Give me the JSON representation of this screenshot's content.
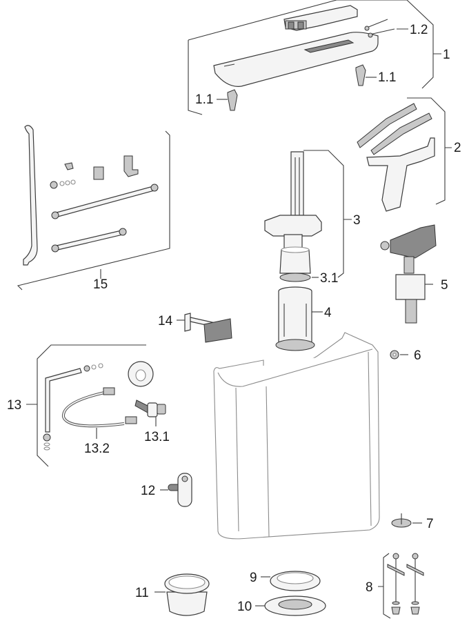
{
  "diagram": {
    "type": "exploded parts view",
    "colors": {
      "line": "#3a3a3a",
      "part_fill": "#f4f4f4",
      "dark_part": "#8a8a8a",
      "cistern_outline": "#8a8a8a"
    },
    "labels": {
      "p1": "1",
      "p1_1a": "1.1",
      "p1_1b": "1.1",
      "p1_2": "1.2",
      "p2": "2",
      "p3": "3",
      "p3_1": "3.1",
      "p4": "4",
      "p5": "5",
      "p6": "6",
      "p7": "7",
      "p8": "8",
      "p9": "9",
      "p10": "10",
      "p11": "11",
      "p12": "12",
      "p13": "13",
      "p13_1": "13.1",
      "p13_2": "13.2",
      "p14": "14",
      "p15": "15"
    }
  }
}
